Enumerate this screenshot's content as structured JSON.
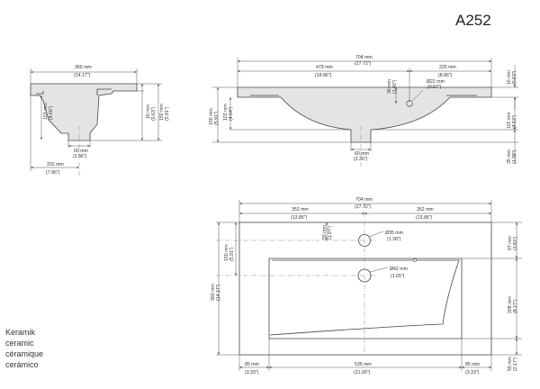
{
  "title": "A252",
  "materials": [
    "Keramik",
    "ceramic",
    "céramique",
    "cerámico"
  ],
  "side": {
    "width": "360 mm",
    "width_in": "(14.17\")",
    "bowl": "103 mm",
    "bowl_in": "(4.06\")",
    "rim": "16 mm",
    "rim_in": "(0.63\")",
    "height": "150 mm",
    "height_in": "(5.91\")",
    "drain": "60 mm",
    "drain_in": "(2.36\")",
    "depth": "202 mm",
    "depth_in": "(7.96\")"
  },
  "front": {
    "width": "704 mm",
    "width_in": "(27.72\")",
    "left": "479 mm",
    "left_in": "(18.86\")",
    "right": "225 mm",
    "right_in": "(8.86\")",
    "tap_h": "36 mm",
    "tap_h_in": "(1.42\")",
    "overflow": "Ø22 mm",
    "overflow_in": "(0.87\")",
    "rim": "16 mm",
    "rim_in": "(0.63\")",
    "h": "150 mm",
    "h_in": "(5.91\")",
    "bowl": "103 mm",
    "bowl_in": "(4.04\")",
    "drop": "115 mm",
    "drop_in": "(4.53\")",
    "drain": "60 mm",
    "drain_in": "(2.36\")",
    "tail": "35 mm",
    "tail_in": "(1.38\")"
  },
  "top": {
    "width": "704 mm",
    "width_in": "(27.72\")",
    "half_l": "352 mm",
    "half_l_in": "(13.86\")",
    "half_r": "352 mm",
    "half_r_in": "(13.86\")",
    "tap": "Ø35 mm",
    "tap_in": "(1.38\")",
    "tap_off": "50 mm",
    "tap_off_in": "(1.97\")",
    "drain": "Ø42 mm",
    "drain_in": "(1.65\")",
    "to_drain": "150 mm",
    "to_drain_in": "(5.91\")",
    "depth": "360 mm",
    "depth_in": "(14.17\")",
    "back": "97 mm",
    "back_in": "(3.83\")",
    "bowl_d": "208 mm",
    "bowl_d_in": "(8.17\")",
    "front_gap": "55 mm",
    "front_gap_in": "(2.17\")",
    "side_l": "85 mm",
    "side_l_in": "(3.33\")",
    "bowl_w": "535 mm",
    "bowl_w_in": "(21.06\")",
    "side_r": "85 mm",
    "side_r_in": "(3.33\")"
  }
}
